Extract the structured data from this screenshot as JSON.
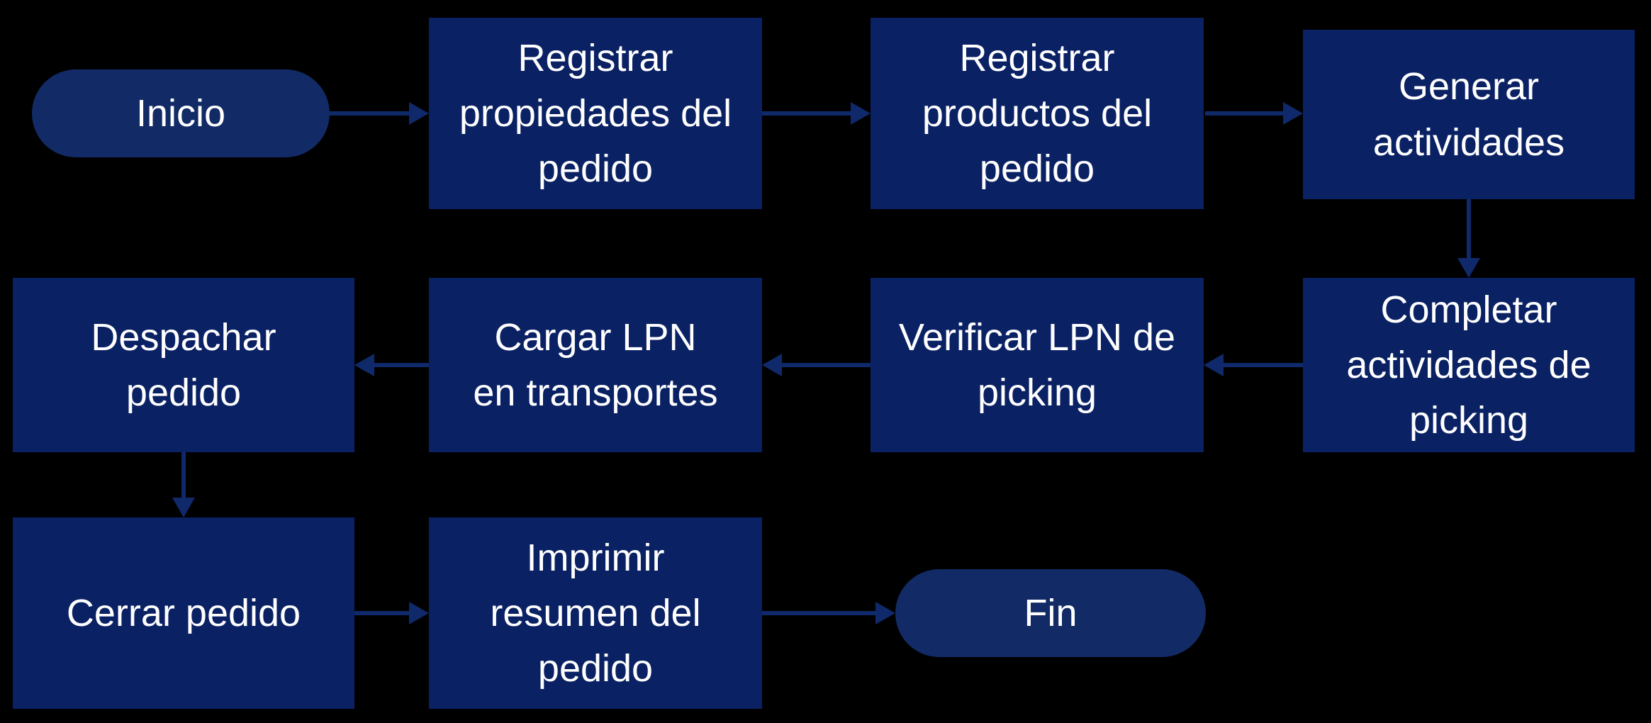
{
  "diagram": {
    "type": "flowchart",
    "language": "es",
    "colors": {
      "background": "#000000",
      "process_fill": "#0a2164",
      "terminator_fill": "#122b66",
      "arrow": "#10296a",
      "text": "#ffffff"
    },
    "nodes": [
      {
        "id": "inicio",
        "type": "terminator",
        "label": "Inicio"
      },
      {
        "id": "registrar-propiedades",
        "type": "process",
        "label": "Registrar propiedades del pedido"
      },
      {
        "id": "registrar-productos",
        "type": "process",
        "label": "Registrar productos del pedido"
      },
      {
        "id": "generar-actividades",
        "type": "process",
        "label": "Generar actividades"
      },
      {
        "id": "completar-actividades",
        "type": "process",
        "label": "Completar actividades de picking"
      },
      {
        "id": "verificar-lpn",
        "type": "process",
        "label": "Verificar LPN de picking"
      },
      {
        "id": "cargar-lpn",
        "type": "process",
        "label": "Cargar LPN en transportes"
      },
      {
        "id": "despachar-pedido",
        "type": "process",
        "label": "Despachar pedido"
      },
      {
        "id": "cerrar-pedido",
        "type": "process",
        "label": "Cerrar pedido"
      },
      {
        "id": "imprimir-resumen",
        "type": "process",
        "label": "Imprimir resumen del pedido"
      },
      {
        "id": "fin",
        "type": "terminator",
        "label": "Fin"
      }
    ],
    "edges": [
      {
        "from": "inicio",
        "to": "registrar-propiedades",
        "direction": "right"
      },
      {
        "from": "registrar-propiedades",
        "to": "registrar-productos",
        "direction": "right"
      },
      {
        "from": "registrar-productos",
        "to": "generar-actividades",
        "direction": "right"
      },
      {
        "from": "generar-actividades",
        "to": "completar-actividades",
        "direction": "down"
      },
      {
        "from": "completar-actividades",
        "to": "verificar-lpn",
        "direction": "left"
      },
      {
        "from": "verificar-lpn",
        "to": "cargar-lpn",
        "direction": "left"
      },
      {
        "from": "cargar-lpn",
        "to": "despachar-pedido",
        "direction": "left"
      },
      {
        "from": "despachar-pedido",
        "to": "cerrar-pedido",
        "direction": "down"
      },
      {
        "from": "cerrar-pedido",
        "to": "imprimir-resumen",
        "direction": "right"
      },
      {
        "from": "imprimir-resumen",
        "to": "fin",
        "direction": "right"
      }
    ]
  }
}
